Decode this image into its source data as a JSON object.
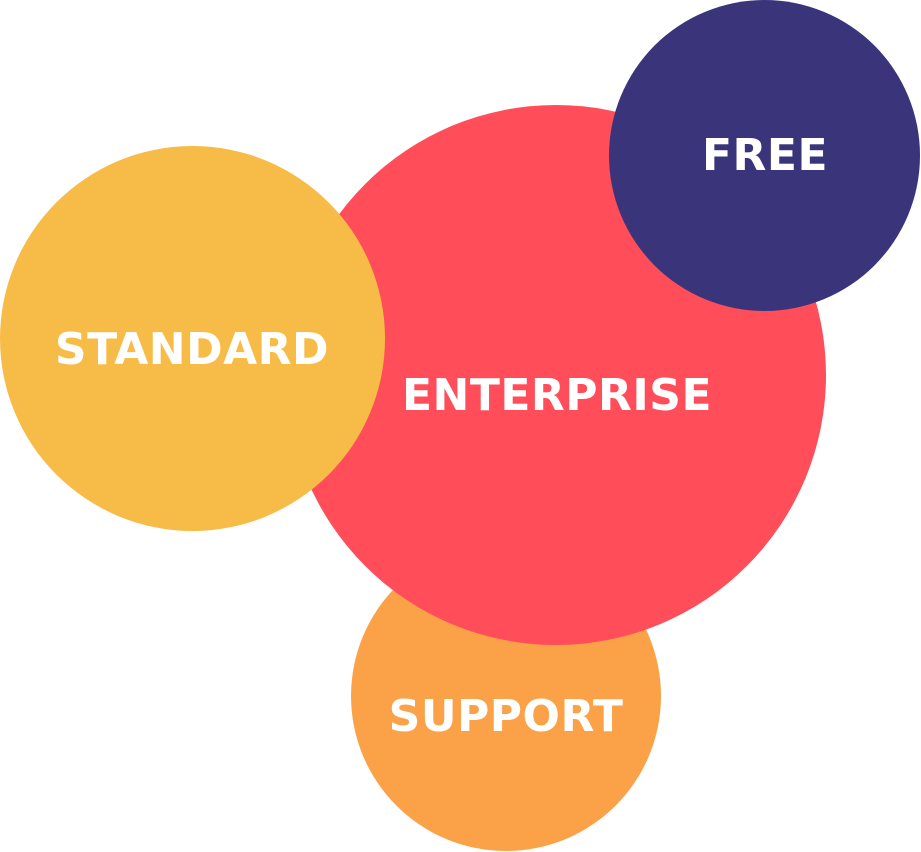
{
  "diagram": {
    "bubbles": [
      {
        "id": "support",
        "label": "SUPPORT",
        "color": "#FBA249"
      },
      {
        "id": "enterprise",
        "label": "ENTERPRISE",
        "color": "#FF4D5A"
      },
      {
        "id": "standard",
        "label": "STANDARD",
        "color": "#F7BC47"
      },
      {
        "id": "free",
        "label": "FREE",
        "color": "#3A357B"
      }
    ]
  }
}
